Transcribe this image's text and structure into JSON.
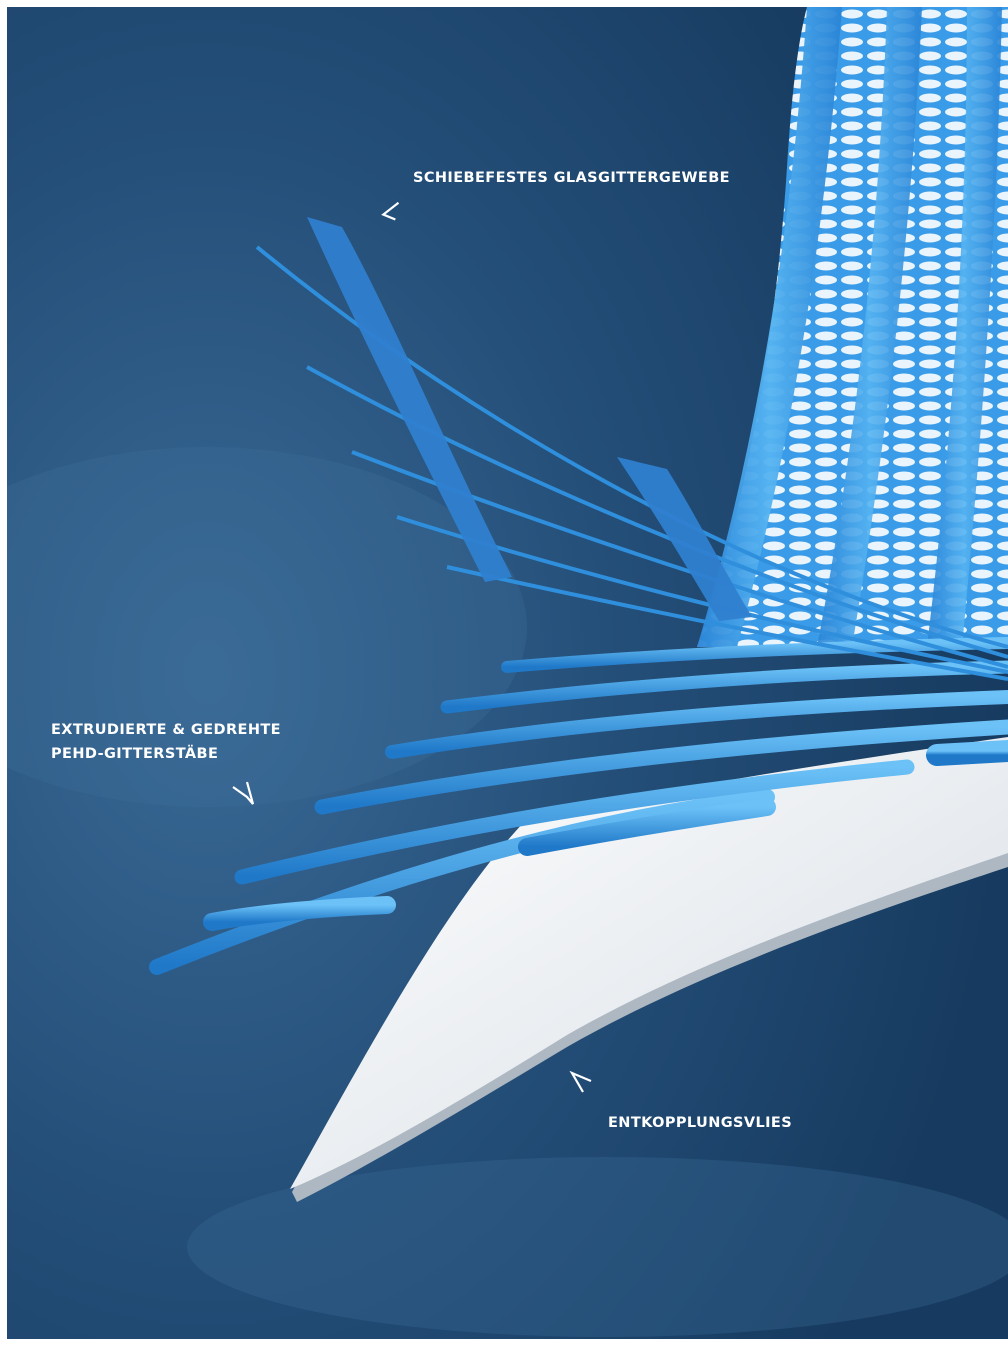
{
  "labels": {
    "glass_fabric": "SCHIEBEFESTES GLASGITTERGEWEBE",
    "pehd_rods_line1": "EXTRUDIERTE & GEDREHTE",
    "pehd_rods_line2": "PEHD-GITTERSTÄBE",
    "decoupling_fleece": "ENTKOPPLUNGSVLIES"
  },
  "colors": {
    "background": "#1d4a72",
    "background_light": "#2f618f",
    "accent_blue": "#2f8fdc",
    "fleece_white": "#eef1f4",
    "label_text": "#ffffff"
  },
  "icons": {
    "pointer": "chevron-arrow-icon"
  }
}
